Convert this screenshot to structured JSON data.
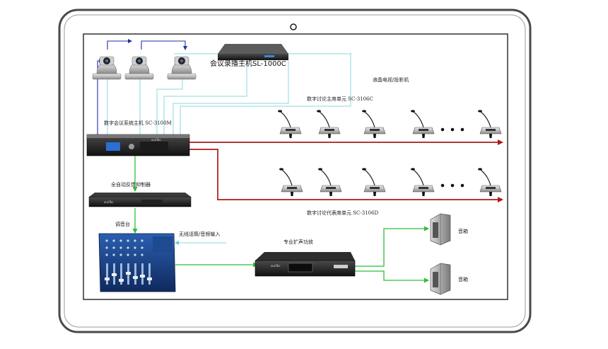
{
  "labels": {
    "recorder": "会议录播主机SL-1000C",
    "lcd": "液晶电视/投影机",
    "chair_unit": "数字讨论主席单元 SC-3106C",
    "host": "数字会议系统主机 SC-3100M",
    "feedback": "全自动反馈抑制器",
    "mixer": "调音台",
    "wireless": "无线话筒/音频输入",
    "amp": "专业扩声功放",
    "delegate_unit": "数字讨论代表席单元 SC-3106D",
    "speaker_top": "音箱",
    "speaker_bottom": "音箱",
    "host_brand": "sunTec",
    "feedback_brand": "sunTec",
    "amp_brand": "sunTec"
  },
  "colors": {
    "red_line": "#b01818",
    "green_line": "#2ebd3a",
    "cyan_line": "#8ad8e2",
    "blue_line": "#1f2fa8",
    "frame": "#444444"
  },
  "icons": [
    "camera-icon",
    "mic-unit-icon",
    "speaker-cabinet-icon",
    "ellipsis-dots"
  ]
}
